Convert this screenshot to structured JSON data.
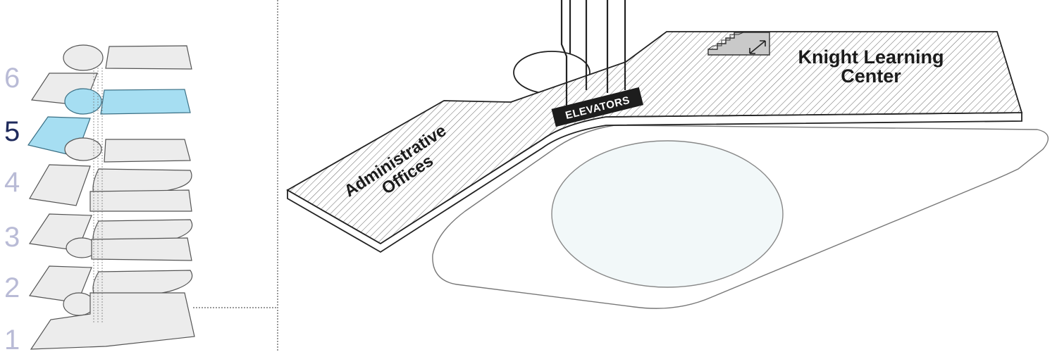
{
  "floor_selector": {
    "floors": [
      {
        "number": "6",
        "active": false
      },
      {
        "number": "5",
        "active": true
      },
      {
        "number": "4",
        "active": false
      },
      {
        "number": "3",
        "active": false
      },
      {
        "number": "2",
        "active": false
      },
      {
        "number": "1",
        "active": false
      }
    ]
  },
  "map": {
    "areas": {
      "administrative_offices": {
        "line1": "Administrative",
        "line2": "Offices"
      },
      "knight_learning_center": {
        "line1": "Knight Learning",
        "line2": "Center"
      },
      "elevators": "ELEVATORS"
    }
  },
  "colors": {
    "active_floor_fill": "#a6def2",
    "active_floor_number": "#1f2a5c",
    "inactive_floor_number": "#b9bbd6",
    "atrium_fill": "#f2f8f9"
  }
}
